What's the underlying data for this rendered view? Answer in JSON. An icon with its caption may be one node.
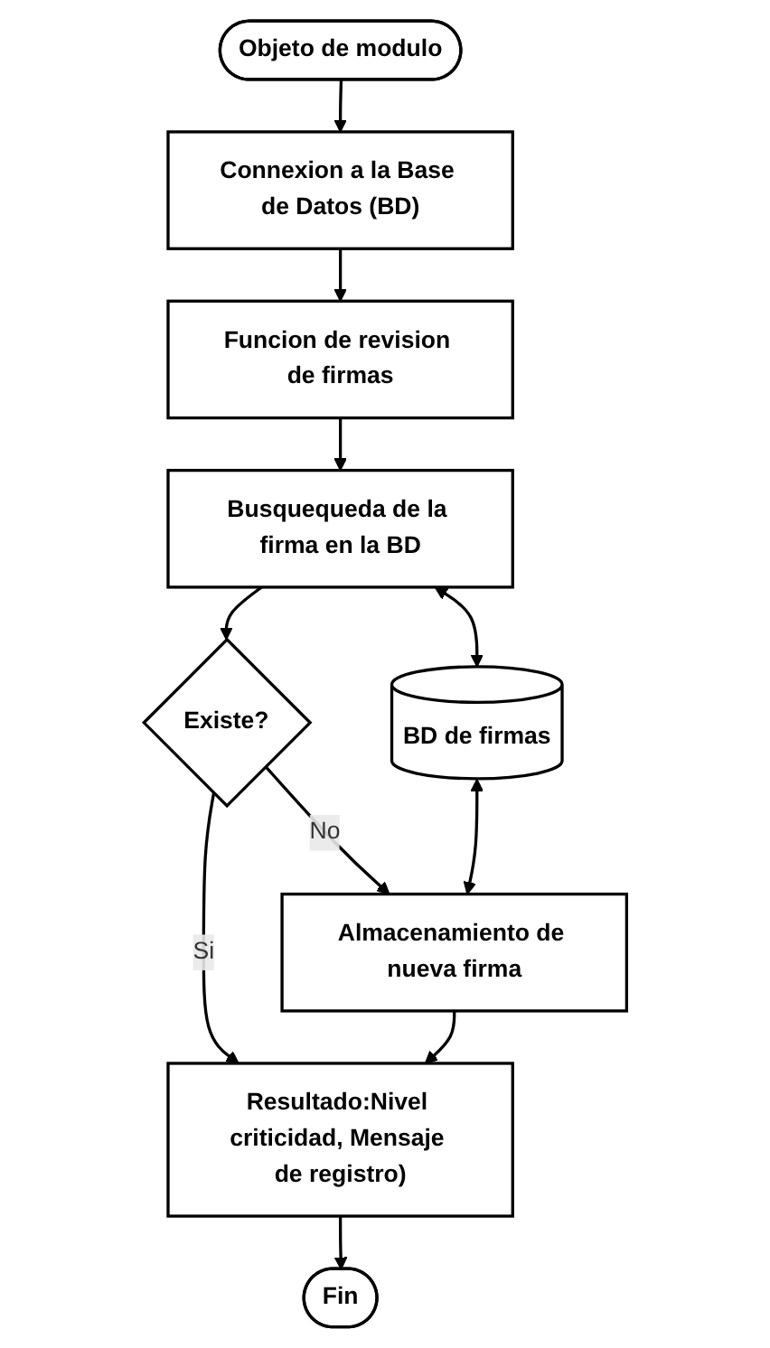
{
  "diagram": {
    "nodes": [
      {
        "text": [
          "Objeto de modulo"
        ]
      },
      {
        "text": [
          "Connexion a la Base de Datos (BD)"
        ]
      },
      {
        "text": [
          "Funcion de revision de firmas"
        ]
      },
      {
        "text": [
          "Busquequeda de la firma en la BD"
        ]
      },
      {
        "text": [
          "BD de firmas"
        ]
      },
      {
        "text": [
          "Existe?"
        ]
      },
      {
        "text": [
          "Almacenamiento de nueva firma"
        ]
      },
      {
        "text": [
          "Resultado:Nivel criticidad, Mensaje de registro)"
        ]
      },
      {
        "text": [
          "Fin"
        ]
      }
    ],
    "edges": [
      {
        "from": 0,
        "to": 1,
        "arrow": "to"
      },
      {
        "from": 1,
        "to": 2,
        "arrow": "to"
      },
      {
        "from": 2,
        "to": 3,
        "arrow": "to"
      },
      {
        "from": 3,
        "to": 4,
        "arrow": "both"
      },
      {
        "from": 3,
        "to": 5,
        "arrow": "to"
      },
      {
        "from": 5,
        "to": 6,
        "arrow": "to",
        "label": "No"
      },
      {
        "from": 4,
        "to": 6,
        "arrow": "both"
      },
      {
        "from": 5,
        "to": 7,
        "arrow": "to",
        "label": "Si"
      },
      {
        "from": 6,
        "to": 7,
        "arrow": "to"
      },
      {
        "from": 7,
        "to": 8,
        "arrow": "to"
      }
    ]
  }
}
